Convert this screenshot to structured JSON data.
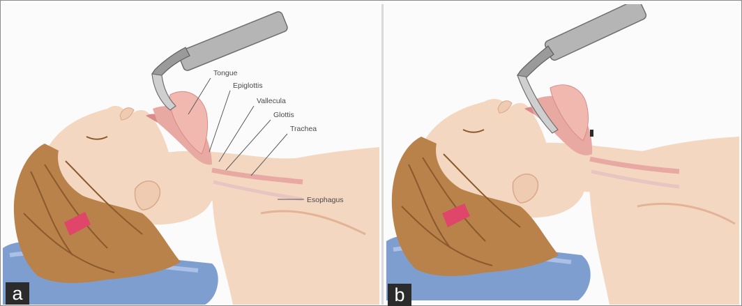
{
  "panels": [
    {
      "id": "a",
      "tag": "a",
      "labels": {
        "tongue": "Tongue",
        "epiglottis": "Epiglottis",
        "vallecula": "Vallecula",
        "glottis": "Glottis",
        "trachea": "Trachea",
        "esophagus": "Esophagus"
      }
    },
    {
      "id": "b",
      "tag": "b"
    }
  ],
  "colors": {
    "skin": "#f3d7c1",
    "skin_shadow": "#e2b396",
    "hair": "#b8824a",
    "hair_dark": "#8a5a2c",
    "hair_tie": "#e0456a",
    "pillow": "#7f9ed0",
    "airway": "#e9a9a3",
    "laryngoscope_metal": "#a8a8a8",
    "tag_bg": "#2b2b2b"
  }
}
